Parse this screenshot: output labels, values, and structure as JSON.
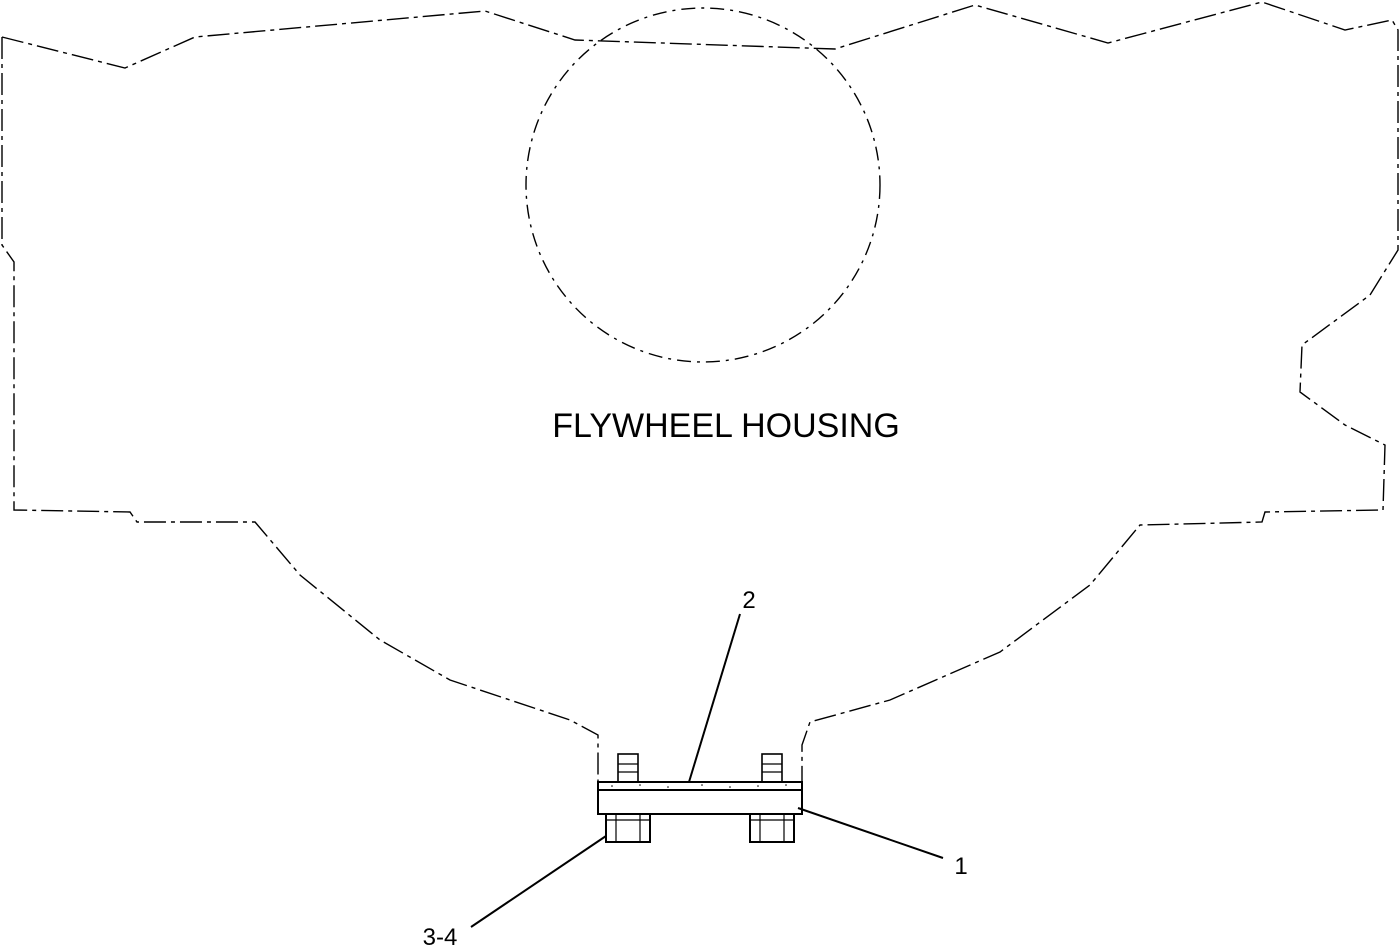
{
  "housing": {
    "label": "FLYWHEEL HOUSING"
  },
  "callouts": {
    "part_1": "1",
    "part_2": "2",
    "part_3_4": "3-4"
  },
  "colors": {
    "line": "#000000",
    "background": "#ffffff"
  }
}
